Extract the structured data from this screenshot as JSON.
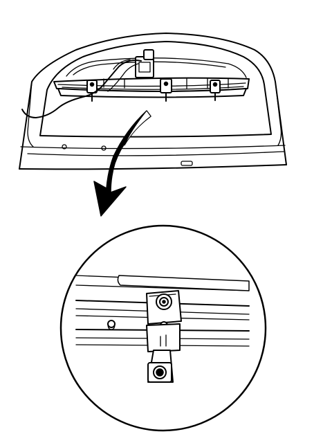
{
  "figure": {
    "background": "#ffffff",
    "line_color": "#000000",
    "parts": [
      "rear-panel",
      "lamp-assembly",
      "wiring-harness",
      "mounting-clips",
      "callout-arrow",
      "detail-magnifier",
      "mounting-bracket",
      "retaining-screw"
    ],
    "labels": []
  }
}
